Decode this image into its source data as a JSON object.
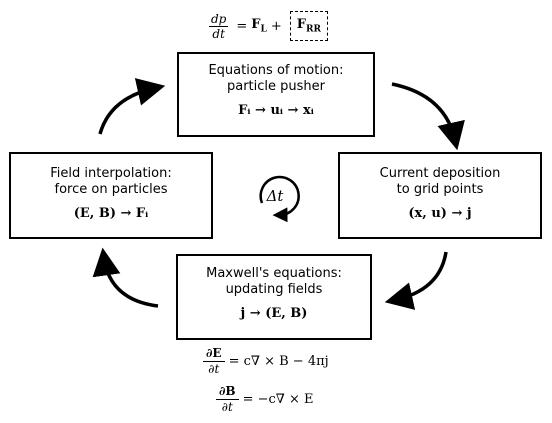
{
  "top_equation": {
    "lhs_num": "dp",
    "lhs_den": "dt",
    "equals": "=",
    "term1": "F",
    "term1_sub": "L",
    "plus": "+",
    "term2": "F",
    "term2_sub": "RR"
  },
  "boxes": {
    "eom": {
      "title_line1": "Equations of motion:",
      "title_line2": "particle pusher",
      "equation": "Fᵢ → uᵢ → xᵢ"
    },
    "current": {
      "title_line1": "Current deposition",
      "title_line2": "to grid points",
      "equation": "(x, u) → j"
    },
    "field": {
      "title_line1": "Field interpolation:",
      "title_line2": "force on particles",
      "equation": "(E, B) → Fᵢ"
    },
    "maxwell": {
      "title_line1": "Maxwell's equations:",
      "title_line2": "updating fields",
      "equation": "j → (E, B)"
    }
  },
  "center": {
    "label": "Δt"
  },
  "bottom_equations": {
    "eq1_num": "∂E",
    "eq1_den": "∂t",
    "eq1_rhs": "= c∇ × B − 4πj",
    "eq2_num": "∂B",
    "eq2_den": "∂t",
    "eq2_rhs": "= −c∇ × E"
  }
}
